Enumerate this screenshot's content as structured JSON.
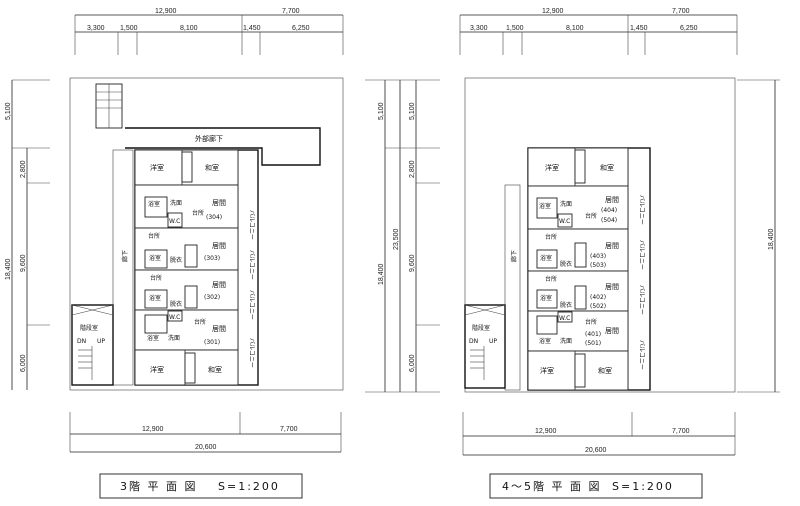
{
  "plans": [
    {
      "title": "3階 平 面 図",
      "scale": "S=1:200",
      "top_dims": {
        "overall": [
          "12,900",
          "7,700"
        ],
        "detail": [
          "3,300",
          "1,500",
          "8,100",
          "1,450",
          "6,250"
        ]
      },
      "left_dims": {
        "outer": [
          "5,100",
          "18,400"
        ],
        "inner": [
          "2,800",
          "9,600",
          "6,000"
        ]
      },
      "bottom_dims": {
        "parts": [
          "12,900",
          "7,700"
        ],
        "total": "20,600"
      },
      "corridor": "外部廊下",
      "hallway": "廊下",
      "stairwell": {
        "label": "階段室",
        "dn": "DN",
        "up": "UP"
      },
      "balcony": "バルコニー",
      "top_unit": {
        "western": "洋室",
        "japanese": "和室"
      },
      "bottom_unit": {
        "western": "洋室",
        "japanese": "和室"
      },
      "units": [
        {
          "number": "(304)",
          "living": "居間",
          "kitchen": "台所",
          "bath": "浴室",
          "wash": "洗面",
          "wc": "W.C"
        },
        {
          "number": "(303)",
          "living": "居間",
          "kitchen": "台所",
          "bath": "浴室",
          "wash": "脱衣"
        },
        {
          "number": "(302)",
          "living": "居間",
          "kitchen": "台所",
          "bath": "浴室",
          "wash": "脱衣"
        },
        {
          "number": "(301)",
          "living": "居間",
          "kitchen": "台所",
          "bath": "浴室",
          "wash": "洗面",
          "wc": "W.C"
        }
      ]
    },
    {
      "title": "4～5階 平 面 図",
      "scale": "S=1:200",
      "top_dims": {
        "overall": [
          "12,900",
          "7,700"
        ],
        "detail": [
          "3,300",
          "1,500",
          "8,100",
          "1,450",
          "6,250"
        ]
      },
      "left_dims": {
        "outer": [
          "5,100",
          "18,400"
        ],
        "middle": "23,500",
        "inner": [
          "5,100",
          "2,800",
          "9,600",
          "6,000"
        ]
      },
      "right_dim": "18,400",
      "bottom_dims": {
        "parts": [
          "12,900",
          "7,700"
        ],
        "total": "20,600"
      },
      "hallway": "廊下",
      "stairwell": {
        "label": "階段室",
        "dn": "DN",
        "up": "UP"
      },
      "balcony": "バルコニー",
      "top_unit": {
        "western": "洋室",
        "japanese": "和室"
      },
      "bottom_unit": {
        "western": "洋室",
        "japanese": "和室"
      },
      "units": [
        {
          "number": "(404)",
          "number2": "(504)",
          "living": "居間",
          "kitchen": "台所",
          "bath": "浴室",
          "wash": "洗面",
          "wc": "W.C"
        },
        {
          "number": "(403)",
          "number2": "(503)",
          "living": "居間",
          "kitchen": "台所",
          "bath": "浴室",
          "wash": "脱衣"
        },
        {
          "number": "(402)",
          "number2": "(502)",
          "living": "居間",
          "kitchen": "台所",
          "bath": "浴室",
          "wash": "脱衣"
        },
        {
          "number": "(401)",
          "number2": "(501)",
          "living": "居間",
          "kitchen": "台所",
          "bath": "浴室",
          "wash": "洗面",
          "wc": "W.C"
        }
      ]
    }
  ]
}
